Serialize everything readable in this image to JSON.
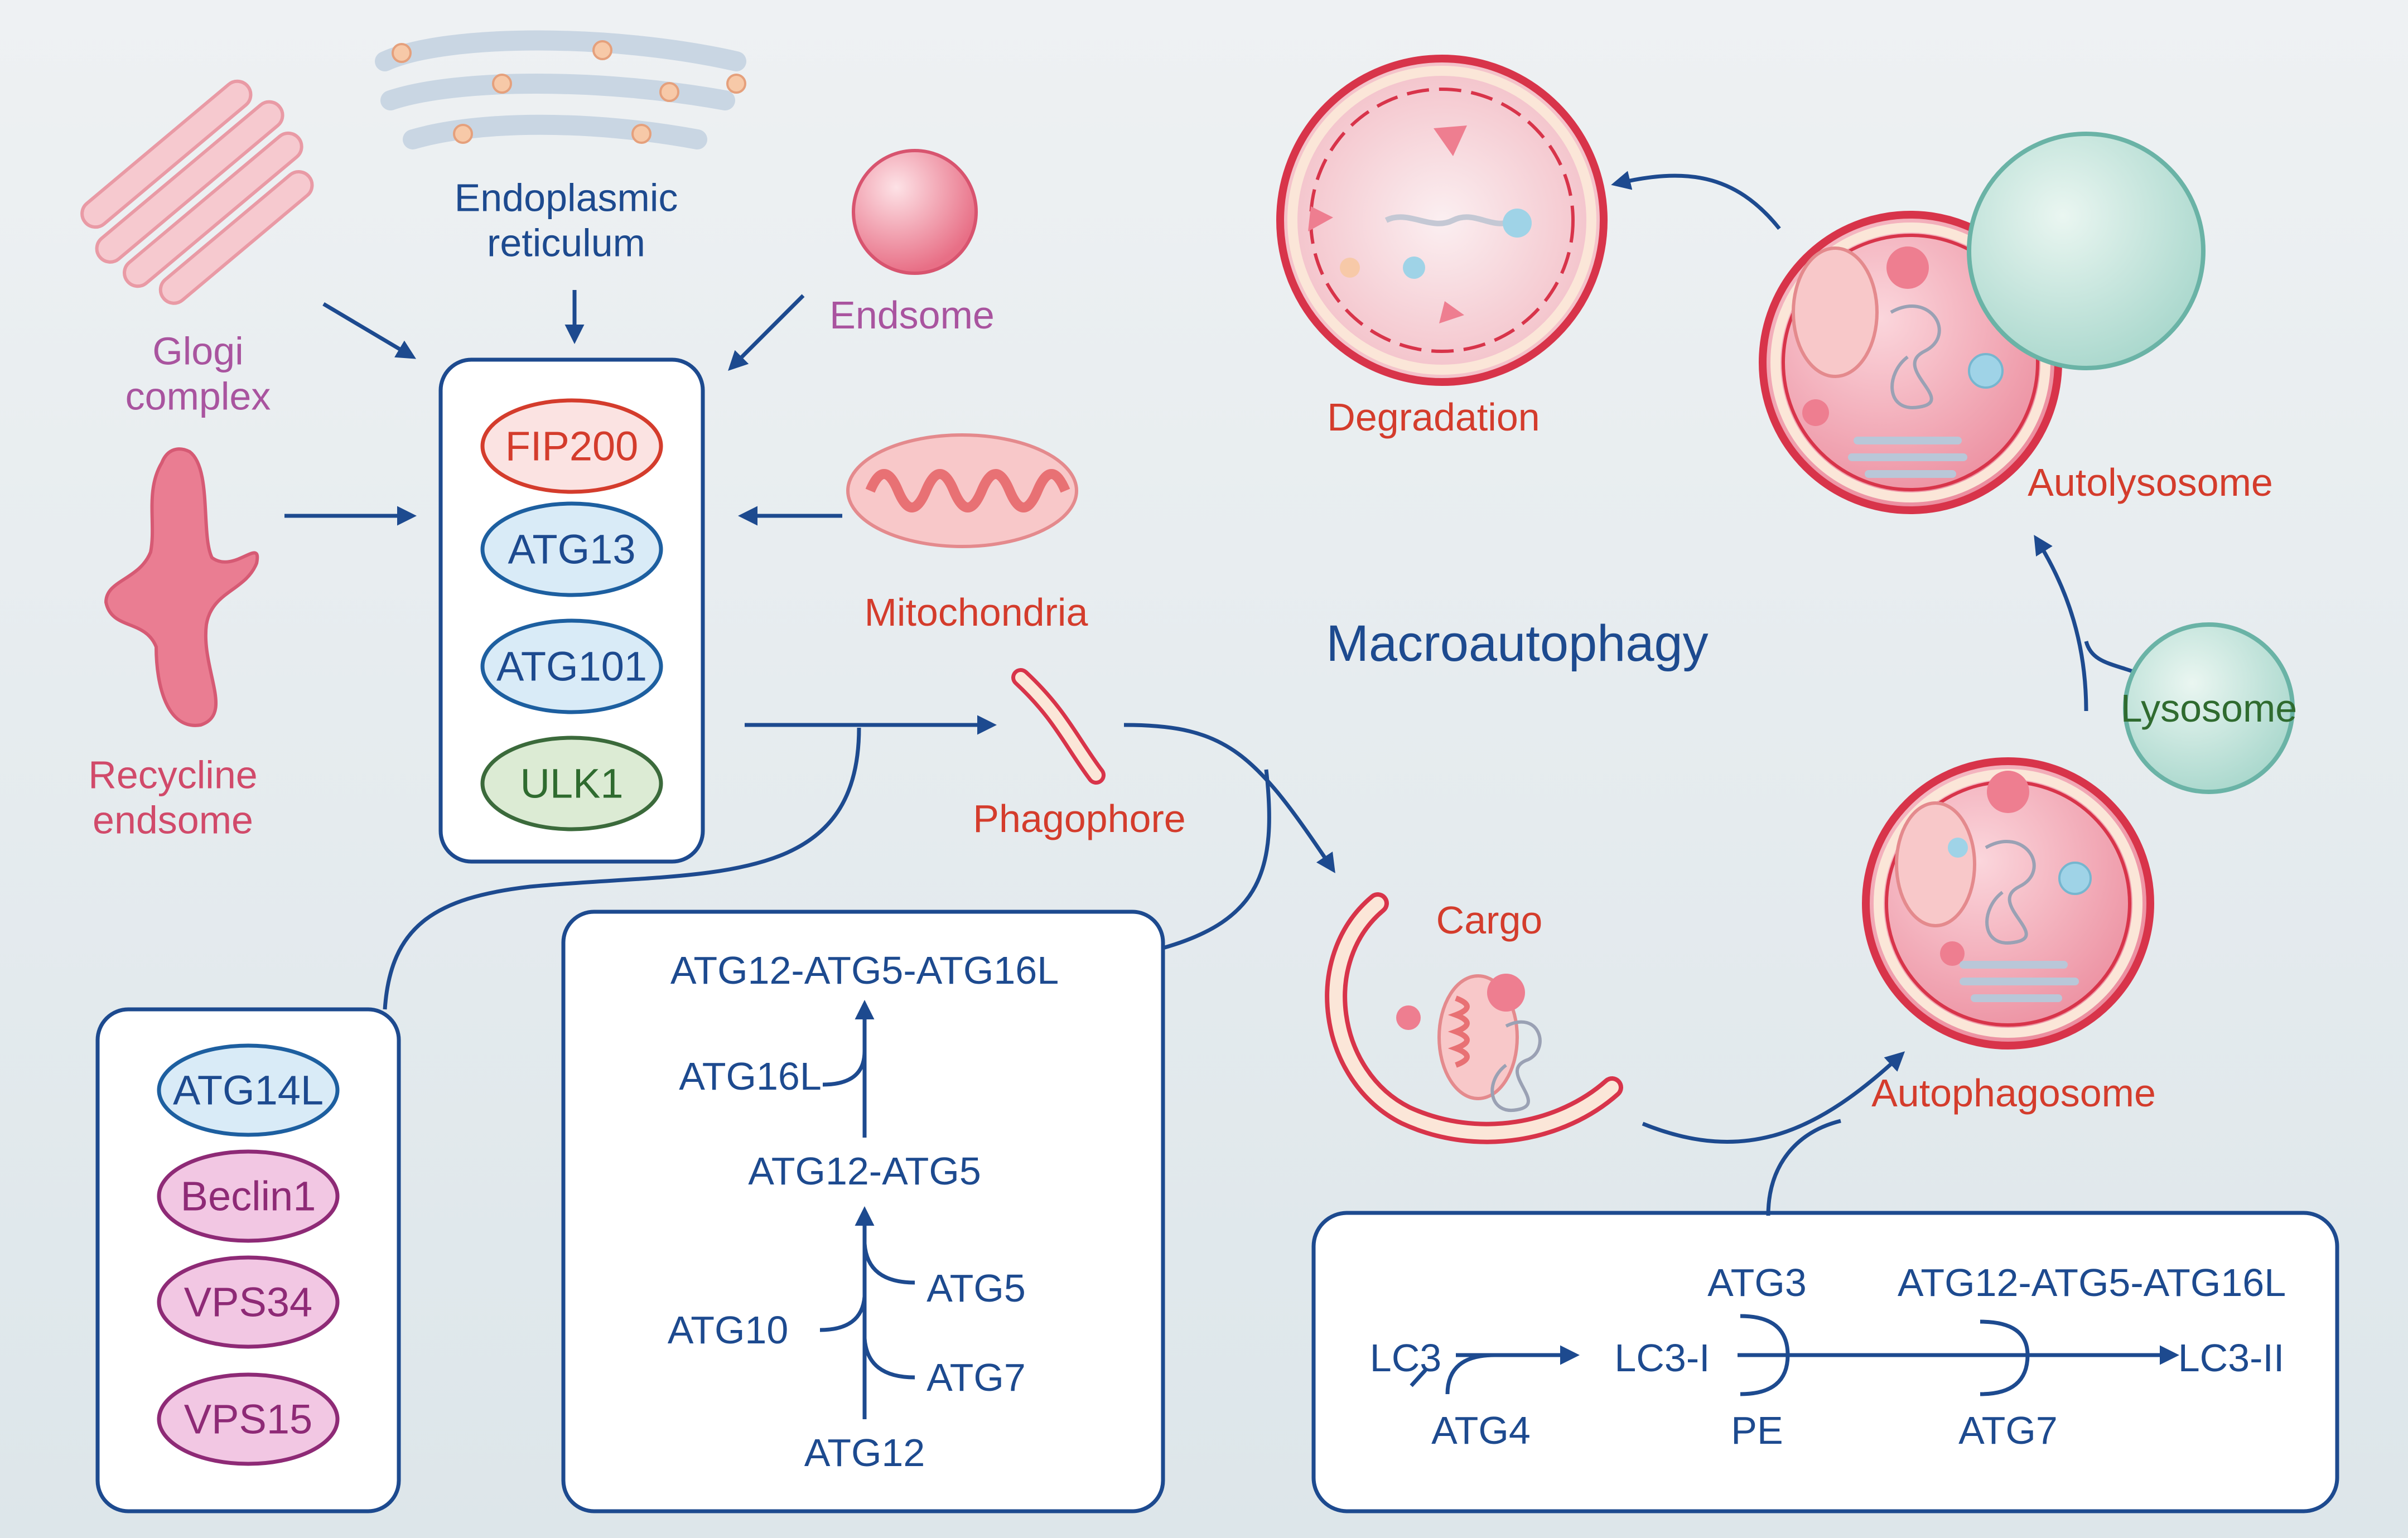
{
  "title": "Macroautophagy",
  "organelles": {
    "golgi": "Glogi\ncomplex",
    "er": "Endoplasmic\nreticulum",
    "endosome": "Endsome",
    "recycling_endosome": "Recycline\nendsome",
    "mitochondria": "Mitochondria"
  },
  "ulk_complex": [
    "FIP200",
    "ATG13",
    "ATG101",
    "ULK1"
  ],
  "pi3k_complex": [
    "ATG14L",
    "Beclin1",
    "VPS34",
    "VPS15"
  ],
  "stages": {
    "phagophore": "Phagophore",
    "cargo": "Cargo",
    "autophagosome": "Autophagosome",
    "lysosome": "Lysosome",
    "autolysosome": "Autolysosome",
    "degradation": "Degradation"
  },
  "conjugation_pathway": {
    "top": "ATG12-ATG5-ATG16L",
    "atg16l": "ATG16L",
    "mid": "ATG12-ATG5",
    "atg5": "ATG5",
    "atg10": "ATG10",
    "atg7": "ATG7",
    "bottom": "ATG12"
  },
  "lc3_pathway": {
    "lc3": "LC3",
    "atg4": "ATG4",
    "lc3_i": "LC3-I",
    "atg3": "ATG3",
    "pe": "PE",
    "complex": "ATG12-ATG5-ATG16L",
    "atg7": "ATG7",
    "lc3_ii": "LC3-II"
  },
  "colors": {
    "arrow": "#1d4a8f",
    "red_text": "#d43c2c",
    "purple_text": "#a9549f",
    "pink_text": "#d14a6a",
    "green_text": "#2f6b2f"
  }
}
